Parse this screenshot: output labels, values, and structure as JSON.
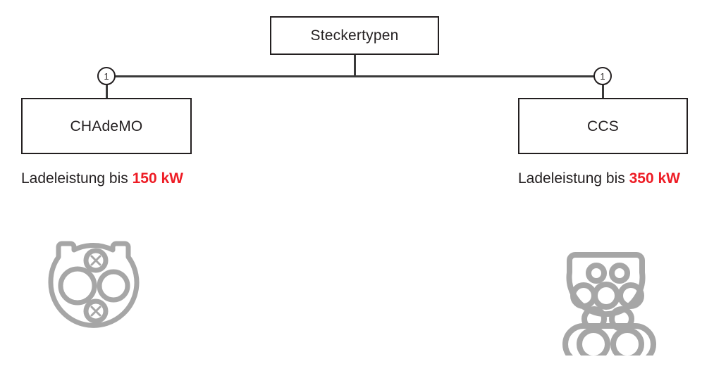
{
  "diagram": {
    "type": "hierarchy-tree",
    "root": {
      "label": "Steckertypen"
    },
    "children": [
      {
        "label": "CHAdeMO",
        "cardinality": "1",
        "caption_prefix": "Ladeleistung bis",
        "caption_value": "150 kW",
        "power_kw": 150,
        "icon": "chademo-connector-icon"
      },
      {
        "label": "CCS",
        "cardinality": "1",
        "caption_prefix": "Ladeleistung bis",
        "caption_value": "350 kW",
        "power_kw": 350,
        "icon": "ccs-connector-icon"
      }
    ],
    "colors": {
      "box_border": "#231f20",
      "text": "#231f20",
      "line": "#3a3a3a",
      "accent_red": "#ee1c25",
      "icon_gray": "#a6a6a6",
      "background": "#ffffff"
    }
  }
}
